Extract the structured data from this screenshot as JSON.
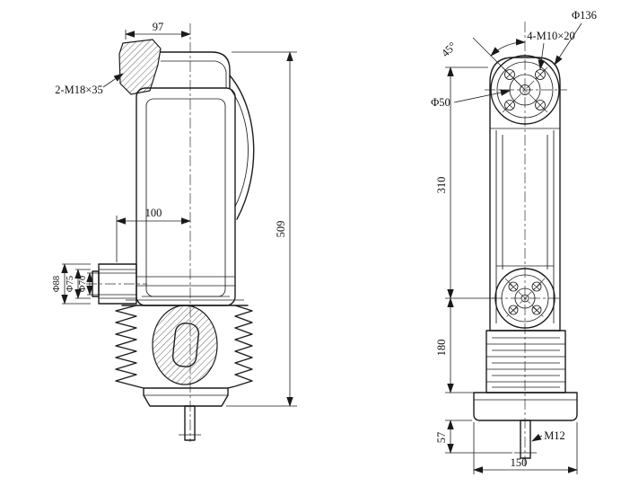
{
  "drawing": {
    "left": {
      "top_width": "97",
      "stud_spec": "2-M18×35",
      "center_offset": "100",
      "overall_height": "509",
      "dia_88": "Φ88",
      "dia_75": "Φ75",
      "dia_70": "Φ70"
    },
    "right": {
      "flange_dia": "Φ136",
      "bolt_spec": "4-M10×20",
      "bolt_angle": "45°",
      "dia_50": "Φ50",
      "upper_height": "310",
      "insulator_height": "180",
      "stem_length": "57",
      "stem_thread": "M12",
      "base_width": "150"
    }
  }
}
